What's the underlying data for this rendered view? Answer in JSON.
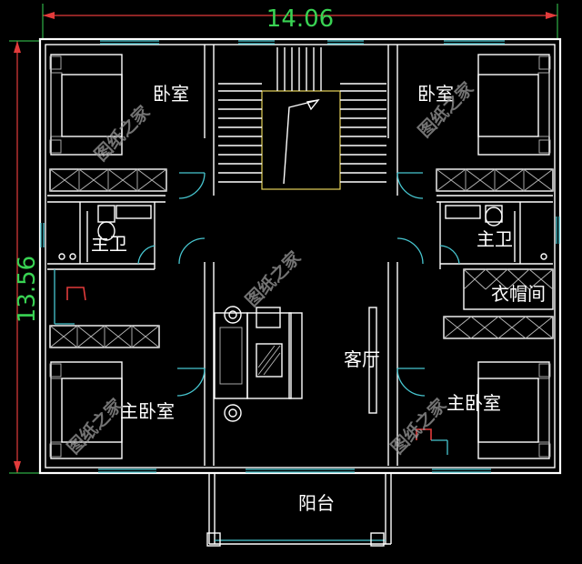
{
  "dimensions": {
    "width": "14.06",
    "height": "13.56"
  },
  "rooms": {
    "bedroom_top_left": "卧室",
    "bedroom_top_right": "卧室",
    "bath_left": "主卫",
    "bath_right": "主卫",
    "closet_right": "衣帽间",
    "living_room": "客厅",
    "master_bedroom_left": "主卧室",
    "master_bedroom_right": "主卧室",
    "balcony": "阳台"
  },
  "watermark": "图纸之家",
  "colors": {
    "background": "#000000",
    "walls": "#ffffff",
    "windows": "#47c6d0",
    "stair_frame": "#e6d35a",
    "dimension_lines": "#e23b3b",
    "dimension_text": "#39d353"
  }
}
